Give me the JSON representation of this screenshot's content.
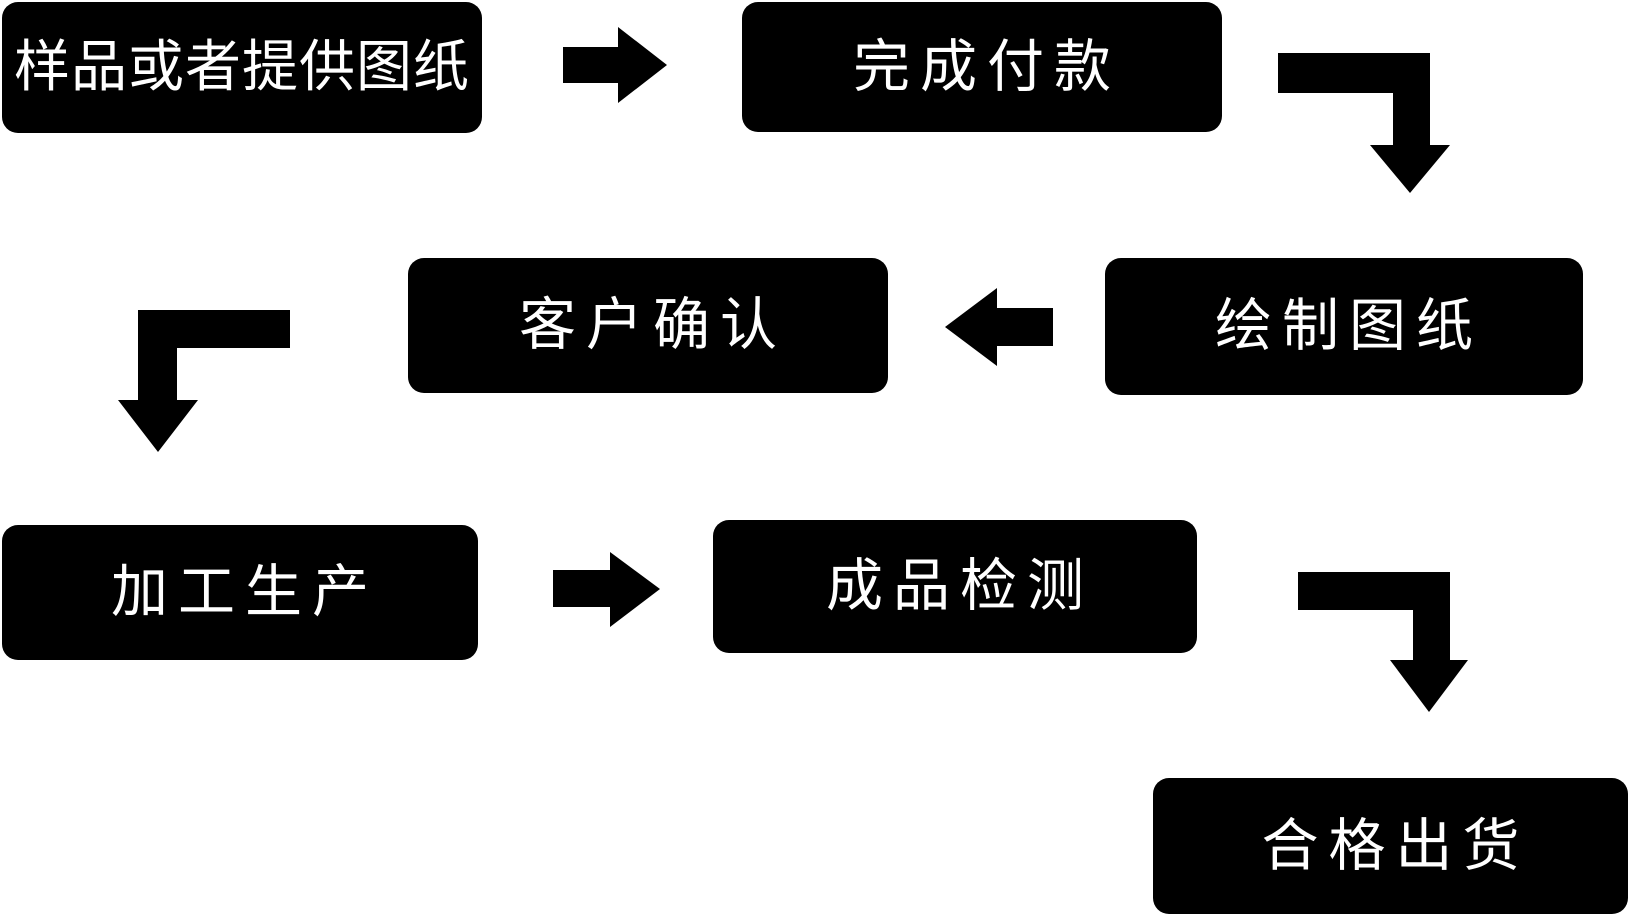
{
  "diagram": {
    "type": "flowchart",
    "background_color": "#ffffff",
    "node_fill_color": "#000000",
    "node_text_color": "#ffffff",
    "arrow_color": "#000000",
    "nodes": [
      {
        "id": "sample",
        "label": "样品或者提供图纸"
      },
      {
        "id": "payment",
        "label": "完成付款"
      },
      {
        "id": "confirm",
        "label": "客户确认"
      },
      {
        "id": "draw",
        "label": "绘制图纸"
      },
      {
        "id": "produce",
        "label": "加工生产"
      },
      {
        "id": "inspect",
        "label": "成品检测"
      },
      {
        "id": "ship",
        "label": "合格出货"
      }
    ],
    "arrows": [
      {
        "icon": "arrow-right-icon",
        "from": "样品或者提供图纸",
        "to": "完成付款"
      },
      {
        "icon": "arrow-elbow-right-down-icon",
        "from": "完成付款",
        "to": "绘制图纸"
      },
      {
        "icon": "arrow-left-icon",
        "from": "绘制图纸",
        "to": "客户确认"
      },
      {
        "icon": "arrow-elbow-left-down-icon",
        "from": "客户确认",
        "to": "加工生产"
      },
      {
        "icon": "arrow-right-icon",
        "from": "加工生产",
        "to": "成品检测"
      },
      {
        "icon": "arrow-elbow-right-down-icon",
        "from": "成品检测",
        "to": "合格出货"
      }
    ],
    "flow_order": [
      "样品或者提供图纸",
      "完成付款",
      "绘制图纸",
      "客户确认",
      "加工生产",
      "成品检测",
      "合格出货"
    ]
  }
}
